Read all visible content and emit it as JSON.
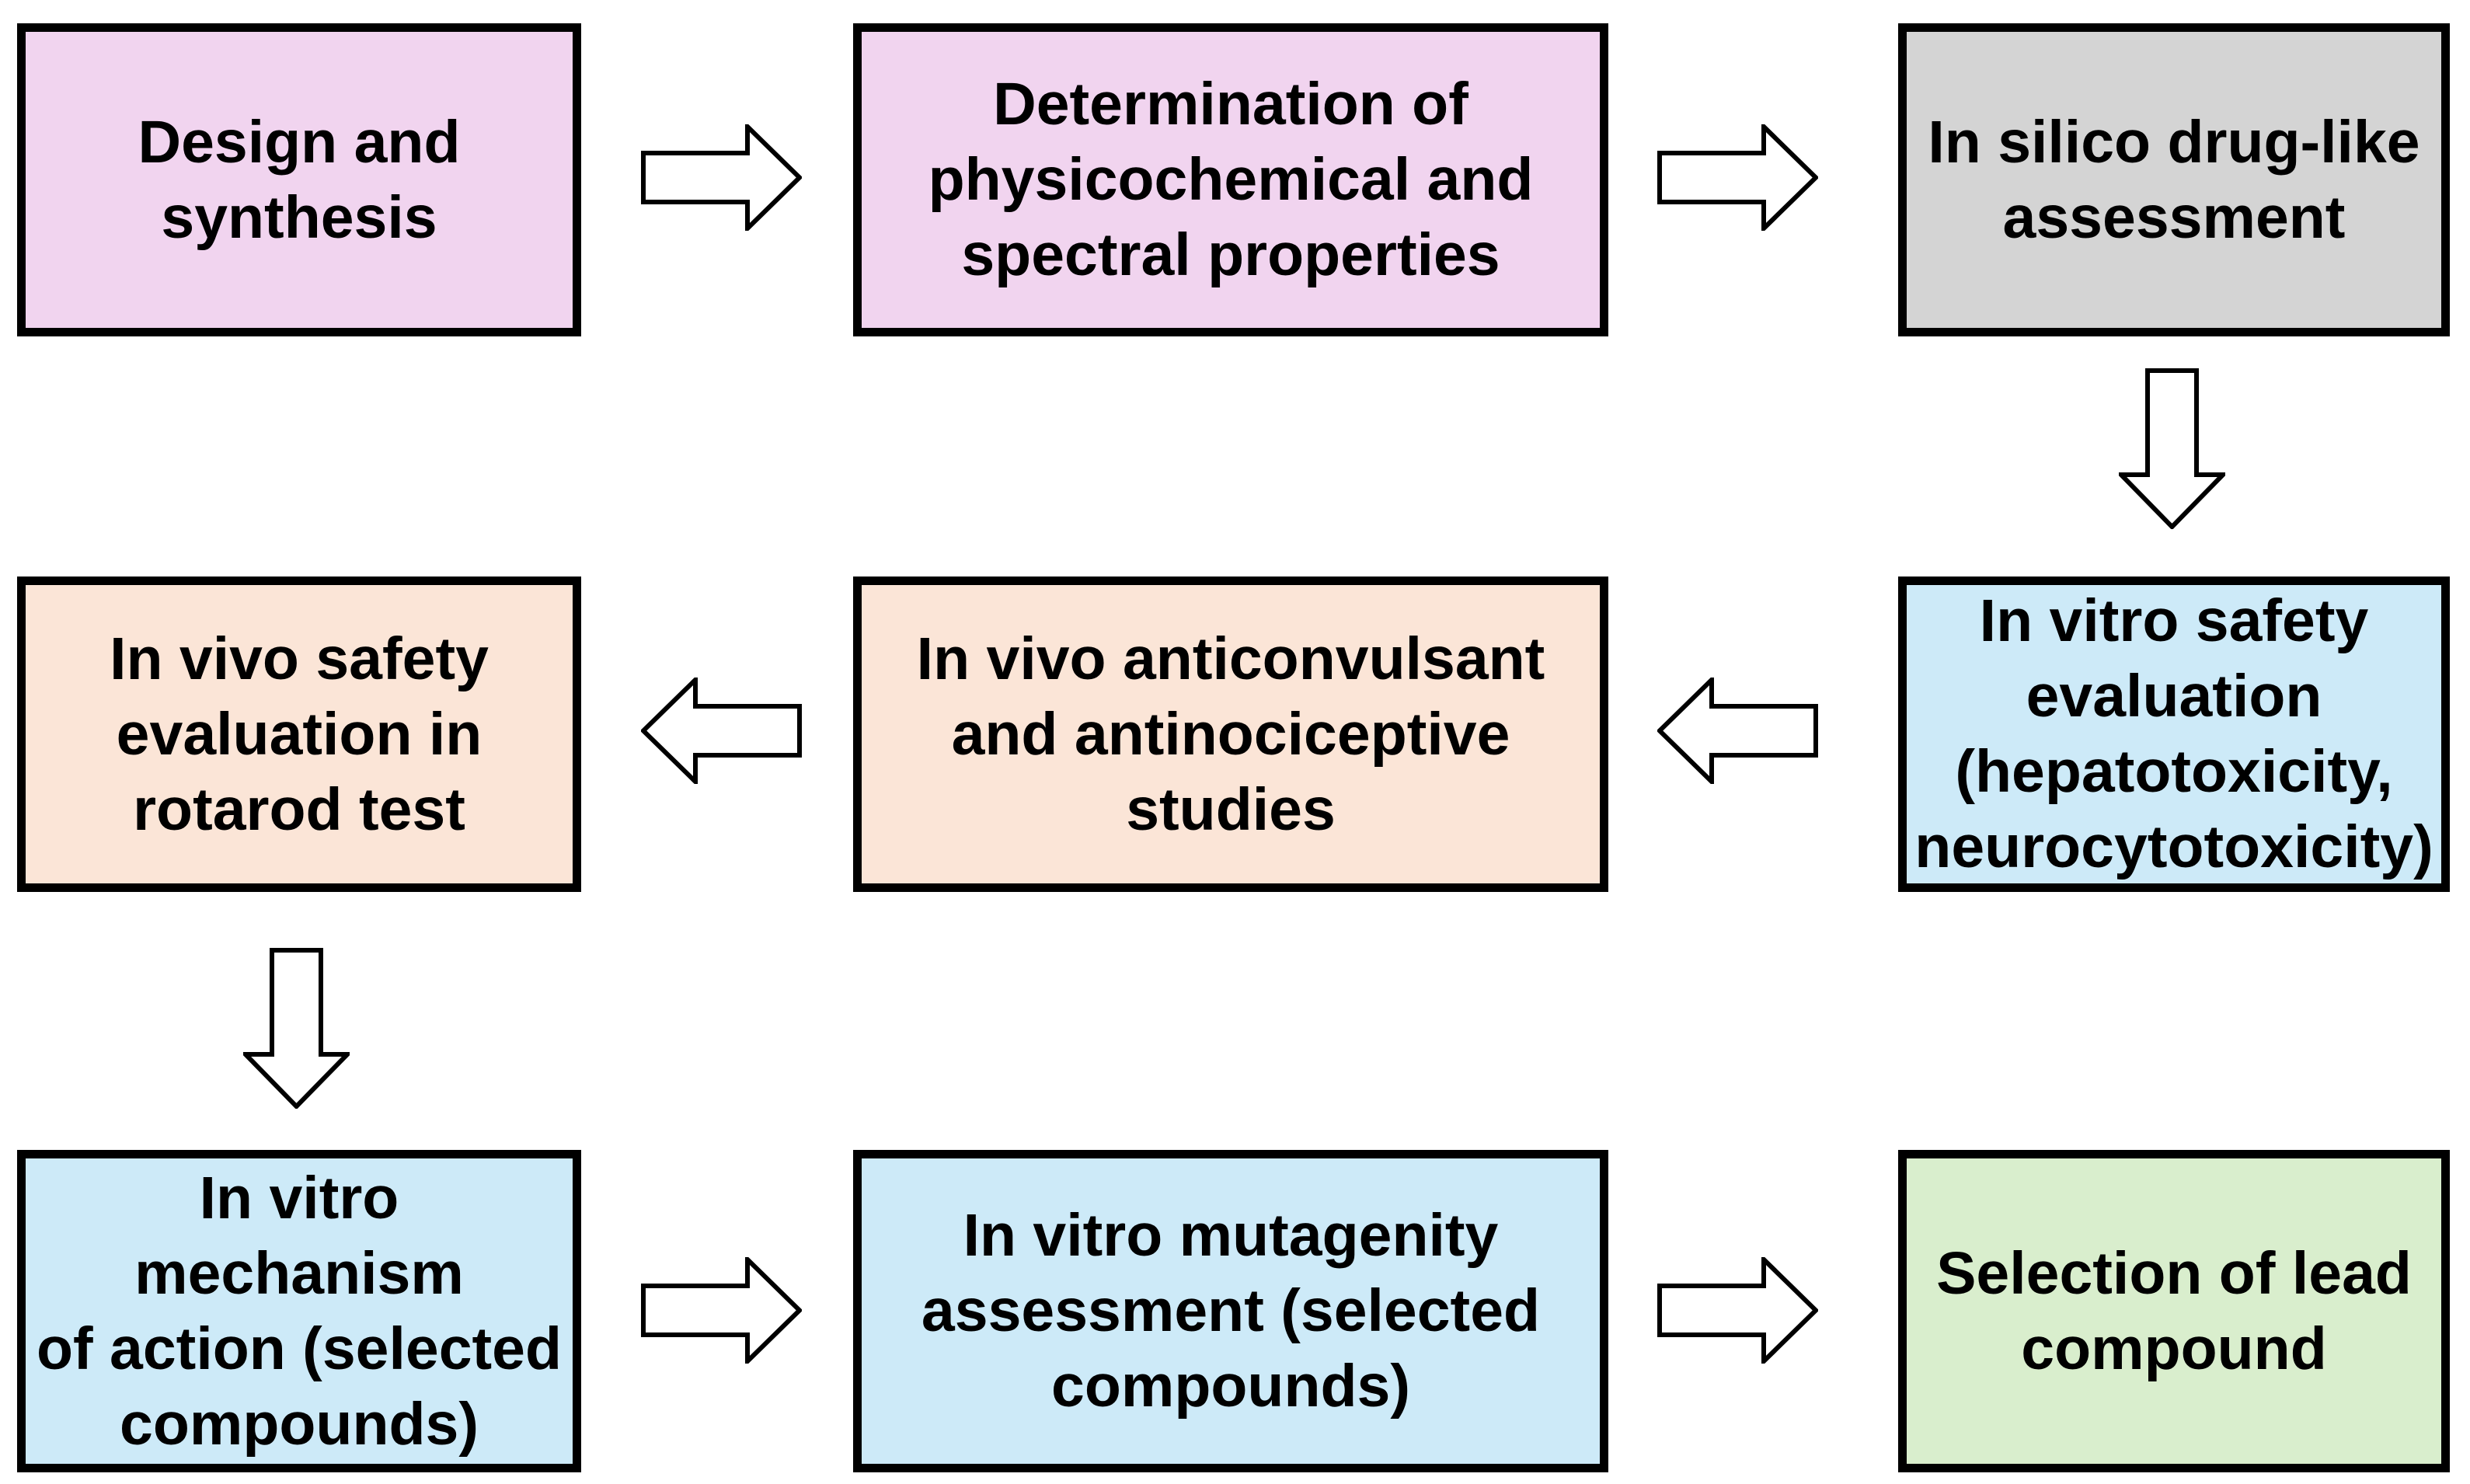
{
  "diagram": {
    "title": "Drug discovery workflow flowchart",
    "background_color": "#ffffff",
    "box_border_color": "#000000",
    "arrow_fill_color": "#ffffff",
    "text_color": "#000000",
    "boxes": [
      {
        "id": "design-synthesis",
        "fill": "#F1D4EF",
        "lines": [
          "Design and",
          "synthesis"
        ]
      },
      {
        "id": "physicochemical",
        "fill": "#F1D4EF",
        "lines": [
          "Determination of",
          "physicochemical and",
          "spectral properties"
        ]
      },
      {
        "id": "in-silico",
        "fill": "#D4D4D4",
        "lines": [
          "In silico drug-like",
          "assessment"
        ]
      },
      {
        "id": "in-vitro-safety",
        "fill": "#CDEAF8",
        "lines": [
          "In vitro safety",
          "evaluation",
          "(hepatotoxicity,",
          "neurocytotoxicity)"
        ]
      },
      {
        "id": "in-vivo-studies",
        "fill": "#FBE5D7",
        "lines": [
          "In vivo anticonvulsant",
          "and antinociceptive",
          "studies"
        ]
      },
      {
        "id": "in-vivo-rotarod",
        "fill": "#FBE5D7",
        "lines": [
          "In vivo safety",
          "evaluation in",
          "rotarod test"
        ]
      },
      {
        "id": "in-vitro-mechanism",
        "fill": "#CDEAF8",
        "lines": [
          "In vitro",
          "mechanism",
          "of action (selected",
          "compounds)"
        ]
      },
      {
        "id": "in-vitro-mutagenity",
        "fill": "#CDEAF8",
        "lines": [
          "In vitro mutagenity",
          "assessment (selected",
          "compounds)"
        ]
      },
      {
        "id": "lead-compound",
        "fill": "#D9EECD",
        "lines": [
          "Selection of lead",
          "compound"
        ]
      }
    ]
  }
}
